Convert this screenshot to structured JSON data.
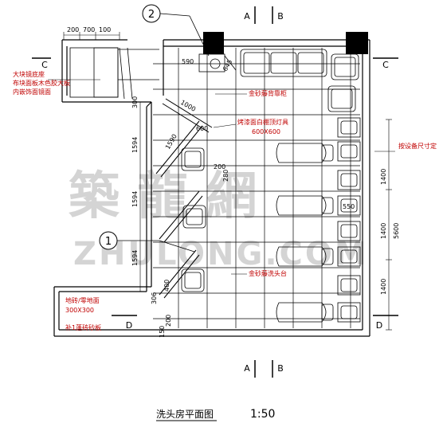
{
  "drawing": {
    "title": "洗头房平面图",
    "scale": "1:50",
    "watermark_cn": "築 龍 網",
    "watermark_en": "ZHULONG.COM"
  },
  "section_marks": {
    "a": "A",
    "b": "B",
    "c": "C",
    "d": "D"
  },
  "callouts": {
    "one": "1",
    "two": "2"
  },
  "dimensions": {
    "top_200": "200",
    "top_700": "700",
    "top_100": "100",
    "d590": "590",
    "d645": "645",
    "d1000": "1000",
    "d300": "300",
    "d1590": "1590",
    "d600": "600",
    "d1594a": "1594",
    "d1594b": "1594",
    "d1594c": "1594",
    "d280": "280",
    "d200": "200",
    "d550": "550",
    "d1400a": "1400",
    "d1400b": "1400",
    "d1400c": "1400",
    "d5600": "5600",
    "d306": "306",
    "d400": "400",
    "d200b": "200",
    "d150": "150"
  },
  "annotations": {
    "left_1": "大块镜底座",
    "left_2": "布块面板木色胶大板",
    "left_3": "内嵌饰面镜面",
    "wall_cabinet": "金砂藤背靠柜",
    "ceiling_light": "烤漆面白棚顶灯具",
    "light_size": "600X600",
    "mirror_wall": "金砂藤洗头台",
    "right_note": "按设备尺寸定",
    "floor_tile": "地砖/零地面",
    "tile_size": "300X300",
    "cabinet_note": "补1蓬砖砂板"
  }
}
